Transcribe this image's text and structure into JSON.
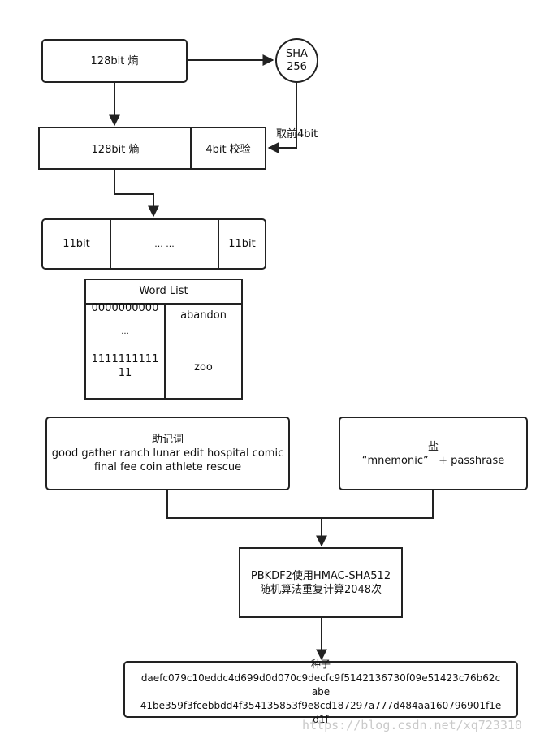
{
  "entropy_box": {
    "label": "128bit 熵"
  },
  "sha_circle": {
    "line1": "SHA",
    "line2": "256"
  },
  "take_first_label": "取前4bit",
  "combined_box": {
    "entropy": "128bit 熵",
    "checksum": "4bit 校验"
  },
  "segments_box": {
    "left": "11bit",
    "middle": "... ...",
    "right": "11bit"
  },
  "word_list": {
    "title": "Word List",
    "binary_first": "0000000000",
    "binary_ellipsis": "...",
    "binary_last_line1": "1111111111",
    "binary_last_line2": "11",
    "word_first": "abandon",
    "word_last": "zoo"
  },
  "mnemonic_box": {
    "title": "助记词",
    "line1": "good gather ranch lunar edit hospital comic",
    "line2": "final fee coin athlete rescue"
  },
  "salt_box": {
    "title": "盐",
    "text": "“mnemonic”   + passhrase"
  },
  "pbkdf2_box": {
    "line1": "PBKDF2使用HMAC-SHA512",
    "line2": "随机算法重复计算2048次"
  },
  "seed_box": {
    "title": "种子",
    "line1": "daefc079c10eddc4d699d0d070c9decfc9f5142136730f09e51423c76b62c",
    "line2": "abe",
    "line3": "41be359f3fcebbdd4f354135853f9e8cd187297a777d484aa160796901f1e",
    "line4": "d1f"
  },
  "watermark": "https://blog.csdn.net/xq723310",
  "colors": {
    "stroke": "#222222",
    "watermark": "#c9c9c9"
  }
}
